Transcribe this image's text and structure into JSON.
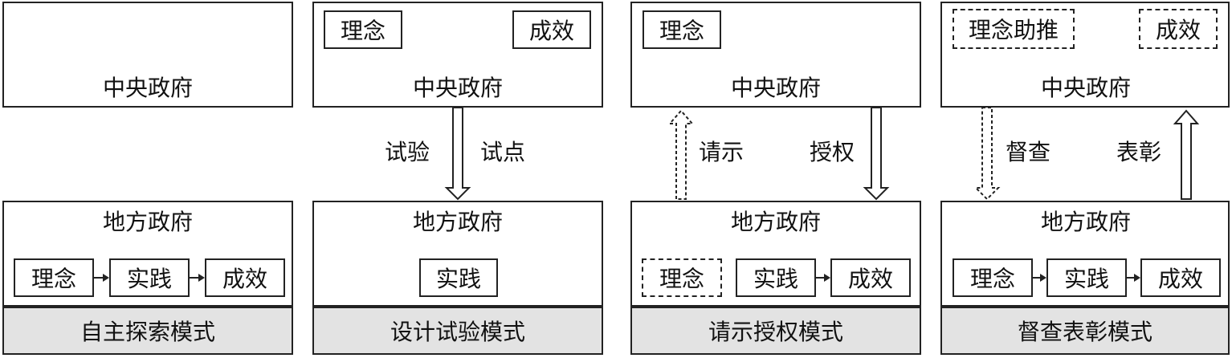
{
  "labels": {
    "central": "中央政府",
    "local": "地方政府",
    "idea": "理念",
    "practice": "实践",
    "effect": "成效",
    "idea_push": "理念助推"
  },
  "panels": [
    {
      "caption": "自主探索模式"
    },
    {
      "caption": "设计试验模式",
      "arrow_left": "试验",
      "arrow_right": "试点"
    },
    {
      "caption": "请示授权模式",
      "arrow_left": "请示",
      "arrow_right": "授权"
    },
    {
      "caption": "督查表彰模式",
      "arrow_left": "督查",
      "arrow_right": "表彰"
    }
  ]
}
